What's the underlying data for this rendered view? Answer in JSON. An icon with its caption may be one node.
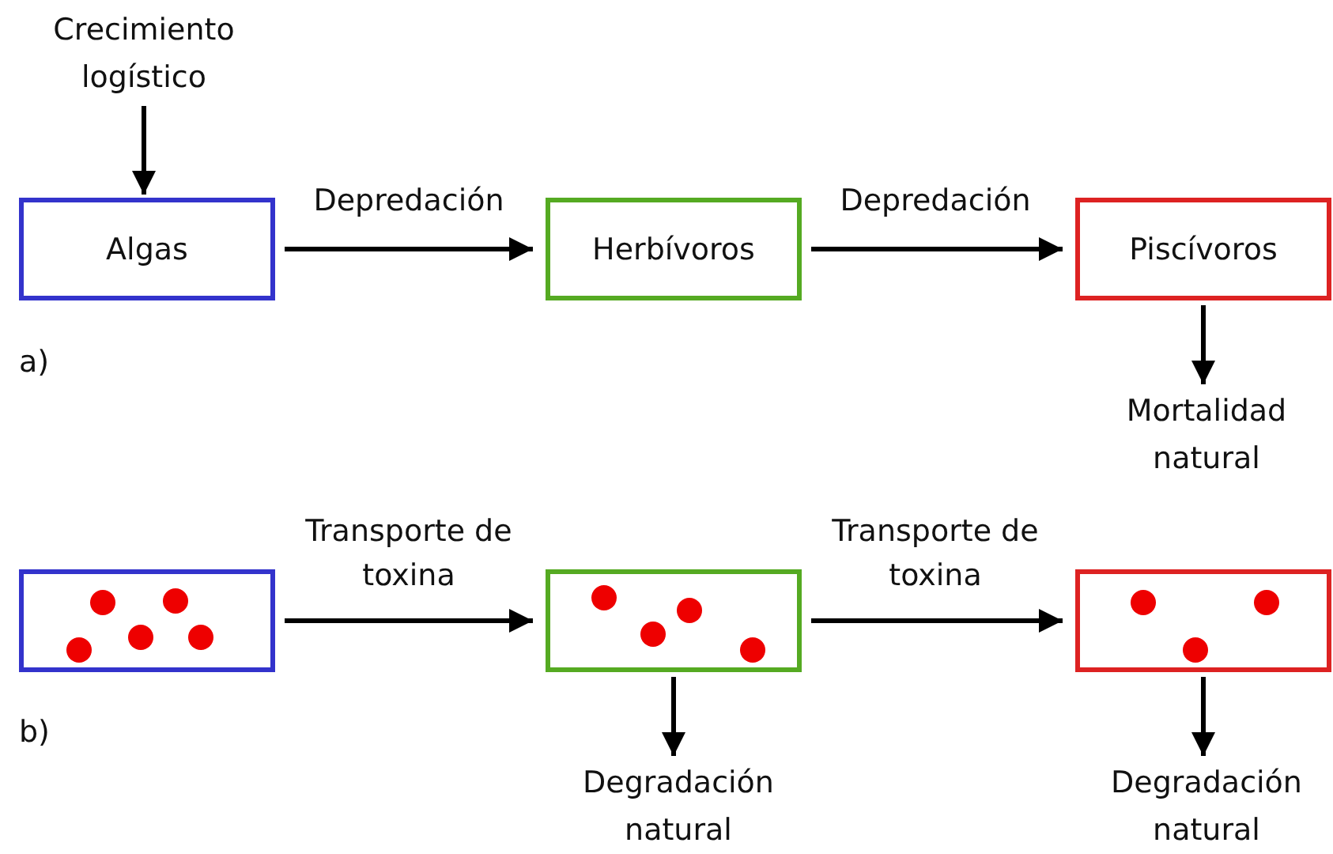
{
  "diagram": {
    "nodes": [
      {
        "text": [
          "Crecimiento logístico"
        ]
      },
      {
        "text": [
          "Algas"
        ]
      },
      {
        "text": [
          "Herbívoros"
        ]
      },
      {
        "text": [
          "Piscívoros"
        ]
      },
      {
        "text": [
          "Mortalidad natural"
        ]
      },
      {
        "text": [],
        "shape": "box"
      },
      {
        "text": [],
        "shape": "box"
      },
      {
        "text": [],
        "shape": "box"
      },
      {
        "text": [
          "Degradación natural"
        ]
      },
      {
        "text": [
          "Degradación natural"
        ]
      }
    ],
    "edges": [
      {
        "from": 0,
        "to": 1,
        "arrow": "to"
      },
      {
        "from": 1,
        "to": 2,
        "arrow": "to",
        "label": "Depredación"
      },
      {
        "from": 2,
        "to": 3,
        "arrow": "to",
        "label": "Depredación"
      },
      {
        "from": 3,
        "to": 4,
        "arrow": "to"
      },
      {
        "from": 5,
        "to": 6,
        "arrow": "to",
        "label": "Transporte de toxina"
      },
      {
        "from": 6,
        "to": 7,
        "arrow": "to",
        "label": "Transporte de toxina"
      },
      {
        "from": 6,
        "to": 8,
        "arrow": "to"
      },
      {
        "from": 7,
        "to": 9,
        "arrow": "to"
      }
    ],
    "labels": [
      "a)",
      "b)"
    ]
  }
}
